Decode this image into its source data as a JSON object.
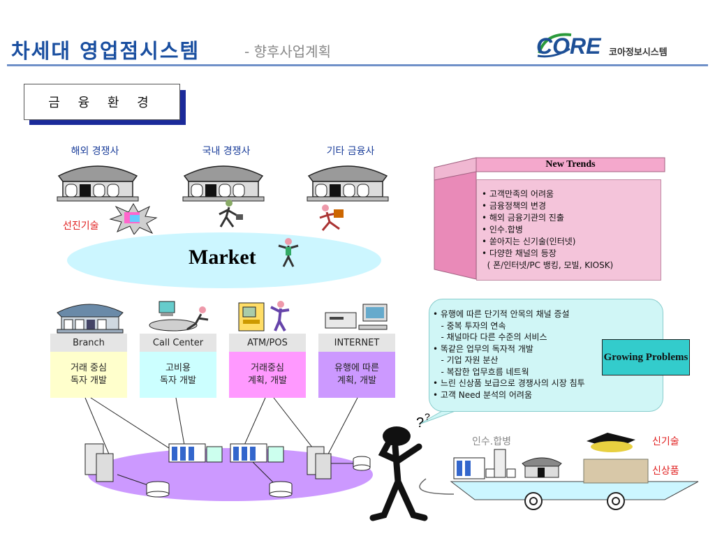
{
  "header": {
    "title": "차세대 영업점시스템",
    "subtitle": "- 향후사업계획",
    "logo_word": "CORE",
    "logo_company": "코아정보시스템"
  },
  "environment_box": {
    "label": "금 융 환 경"
  },
  "competitors": [
    {
      "label": "해외 경쟁사"
    },
    {
      "label": "국내 경쟁사"
    },
    {
      "label": "기타 금융사"
    }
  ],
  "advanced_tech_label": "선진기술",
  "market_label": "Market",
  "channels": [
    {
      "name": "Branch",
      "desc": "거래 중심\n독자 개발",
      "color": "#ffffcc"
    },
    {
      "name": "Call Center",
      "desc": "고비용\n독자 개발",
      "color": "#ccffff"
    },
    {
      "name": "ATM/POS",
      "desc": "거래중심\n계획, 개발",
      "color": "#ff99ff"
    },
    {
      "name": "INTERNET",
      "desc": "유행에 따른\n계획, 개발",
      "color": "#cc99ff"
    }
  ],
  "new_trends": {
    "title": "New Trends",
    "items": [
      "• 고객만족의 어려움",
      "• 금융정책의 변경",
      "• 해외 금융기관의 진출",
      "• 인수.합병",
      "• 쏟아지는 신기술(인터넷)",
      "• 다양한 채널의 등장",
      "  ( 폰/인터넷/PC 뱅킹, 모빌, KIOSK)"
    ]
  },
  "growing_problems": {
    "title": "Growing Problems",
    "items": [
      "• 유행에 따른 단기적 안목의 채널 증설",
      "   - 중복 투자의 연속",
      "   - 채널마다 다른 수준의 서비스",
      "• 똑같은 업무의 독자적 개발",
      "   - 기업 자원 분산",
      "   - 복잡한 업무흐름 네트웍",
      "• 느린 신상품 보급으로 경쟁사의 시장 침투",
      "• 고객 Need 분석의 어려움"
    ]
  },
  "cart": {
    "merger_label": "인수.합병",
    "new_tech_label": "신기술",
    "new_product_label": "신상품"
  },
  "colors": {
    "title_blue": "#1a4fa0",
    "market_fill": "#ccf6ff",
    "trends_fill": "#f4c4da",
    "growing_fill": "#d0f6f6",
    "growing_title_fill": "#33cccc",
    "network_ellipse": "#cc99ff"
  }
}
